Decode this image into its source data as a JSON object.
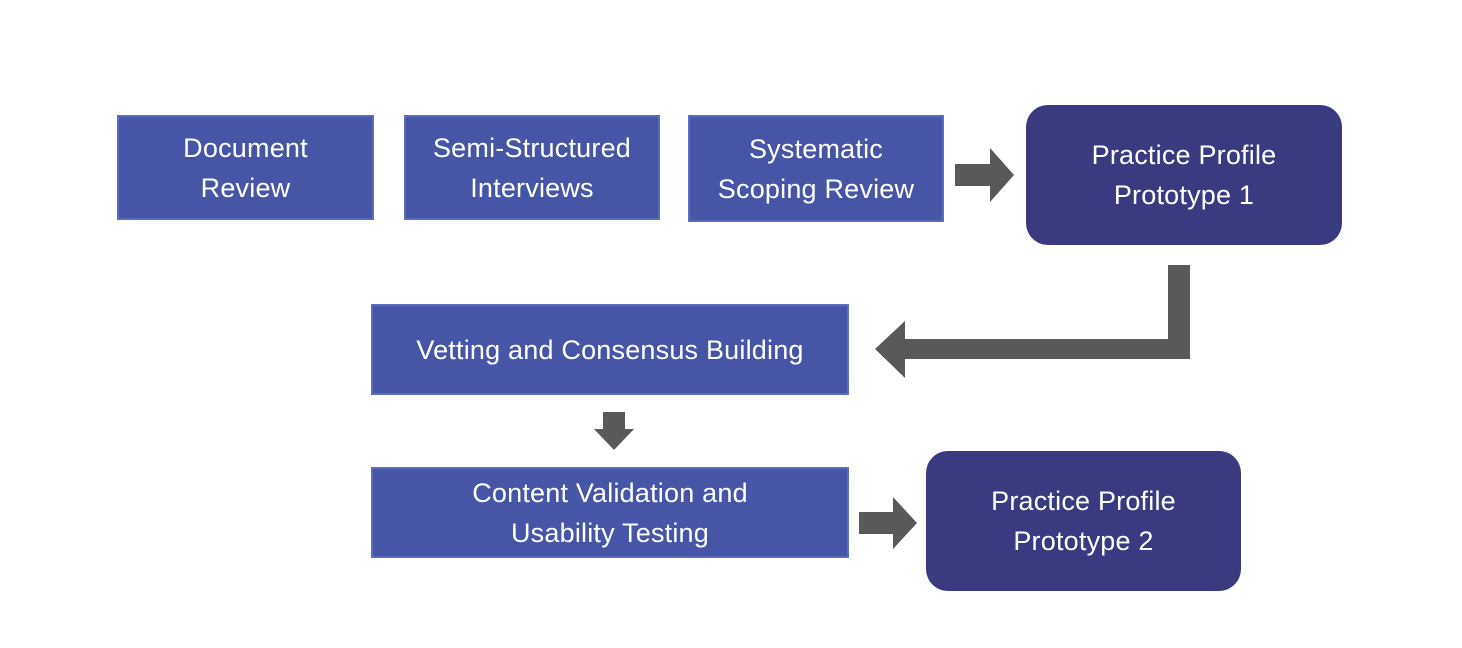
{
  "diagram": {
    "steps": {
      "document_review": "Document\nReview",
      "semi_structured_interviews": "Semi-Structured\nInterviews",
      "systematic_scoping_review": "Systematic\nScoping Review",
      "practice_profile_prototype_1": "Practice Profile\nPrototype 1",
      "vetting_consensus": "Vetting and Consensus Building",
      "content_validation": "Content Validation and\nUsability Testing",
      "practice_profile_prototype_2": "Practice Profile\nPrototype 2"
    },
    "colors": {
      "step_fill": "#4655a5",
      "prototype_fill": "#3a3a80",
      "arrow": "#595959",
      "text": "#ffffff"
    }
  }
}
